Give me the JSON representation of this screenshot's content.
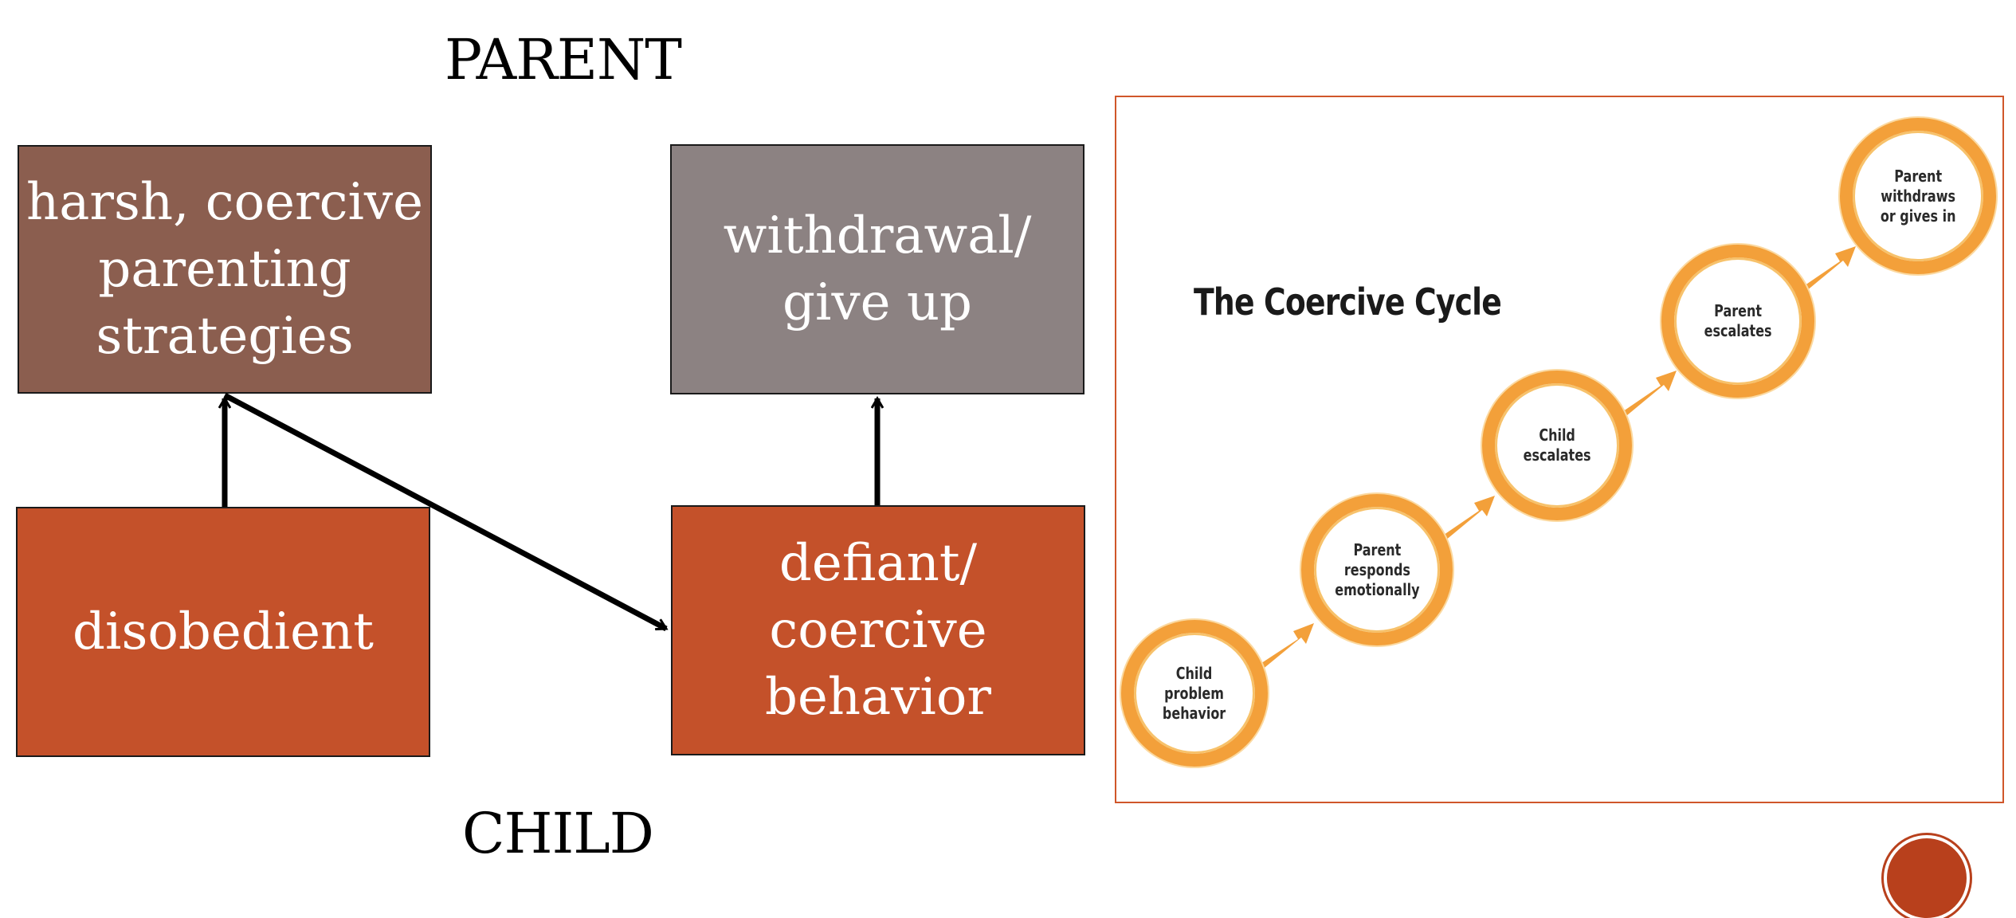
{
  "headings": {
    "parent": "PARENT",
    "child": "CHILD"
  },
  "boxes": {
    "harsh": {
      "label": "harsh, coercive\nparenting\nstrategies",
      "color": "#8b5e4f"
    },
    "withdrawal": {
      "label": "withdrawal/\ngive up",
      "color": "#8c8282"
    },
    "disobedient": {
      "label": "disobedient",
      "color": "#c4512a"
    },
    "defiant": {
      "label": "defiant/\ncoercive\nbehavior",
      "color": "#c4512a"
    }
  },
  "cycle": {
    "title": "The Coercive Cycle",
    "ring_color": "#f3a03a",
    "steps": [
      {
        "label": "Child\nproblem\nbehavior"
      },
      {
        "label": "Parent\nresponds\nemotionally"
      },
      {
        "label": "Child\nescalates"
      },
      {
        "label": "Parent\nescalates"
      },
      {
        "label": "Parent\nwithdraws\nor gives in"
      }
    ]
  }
}
